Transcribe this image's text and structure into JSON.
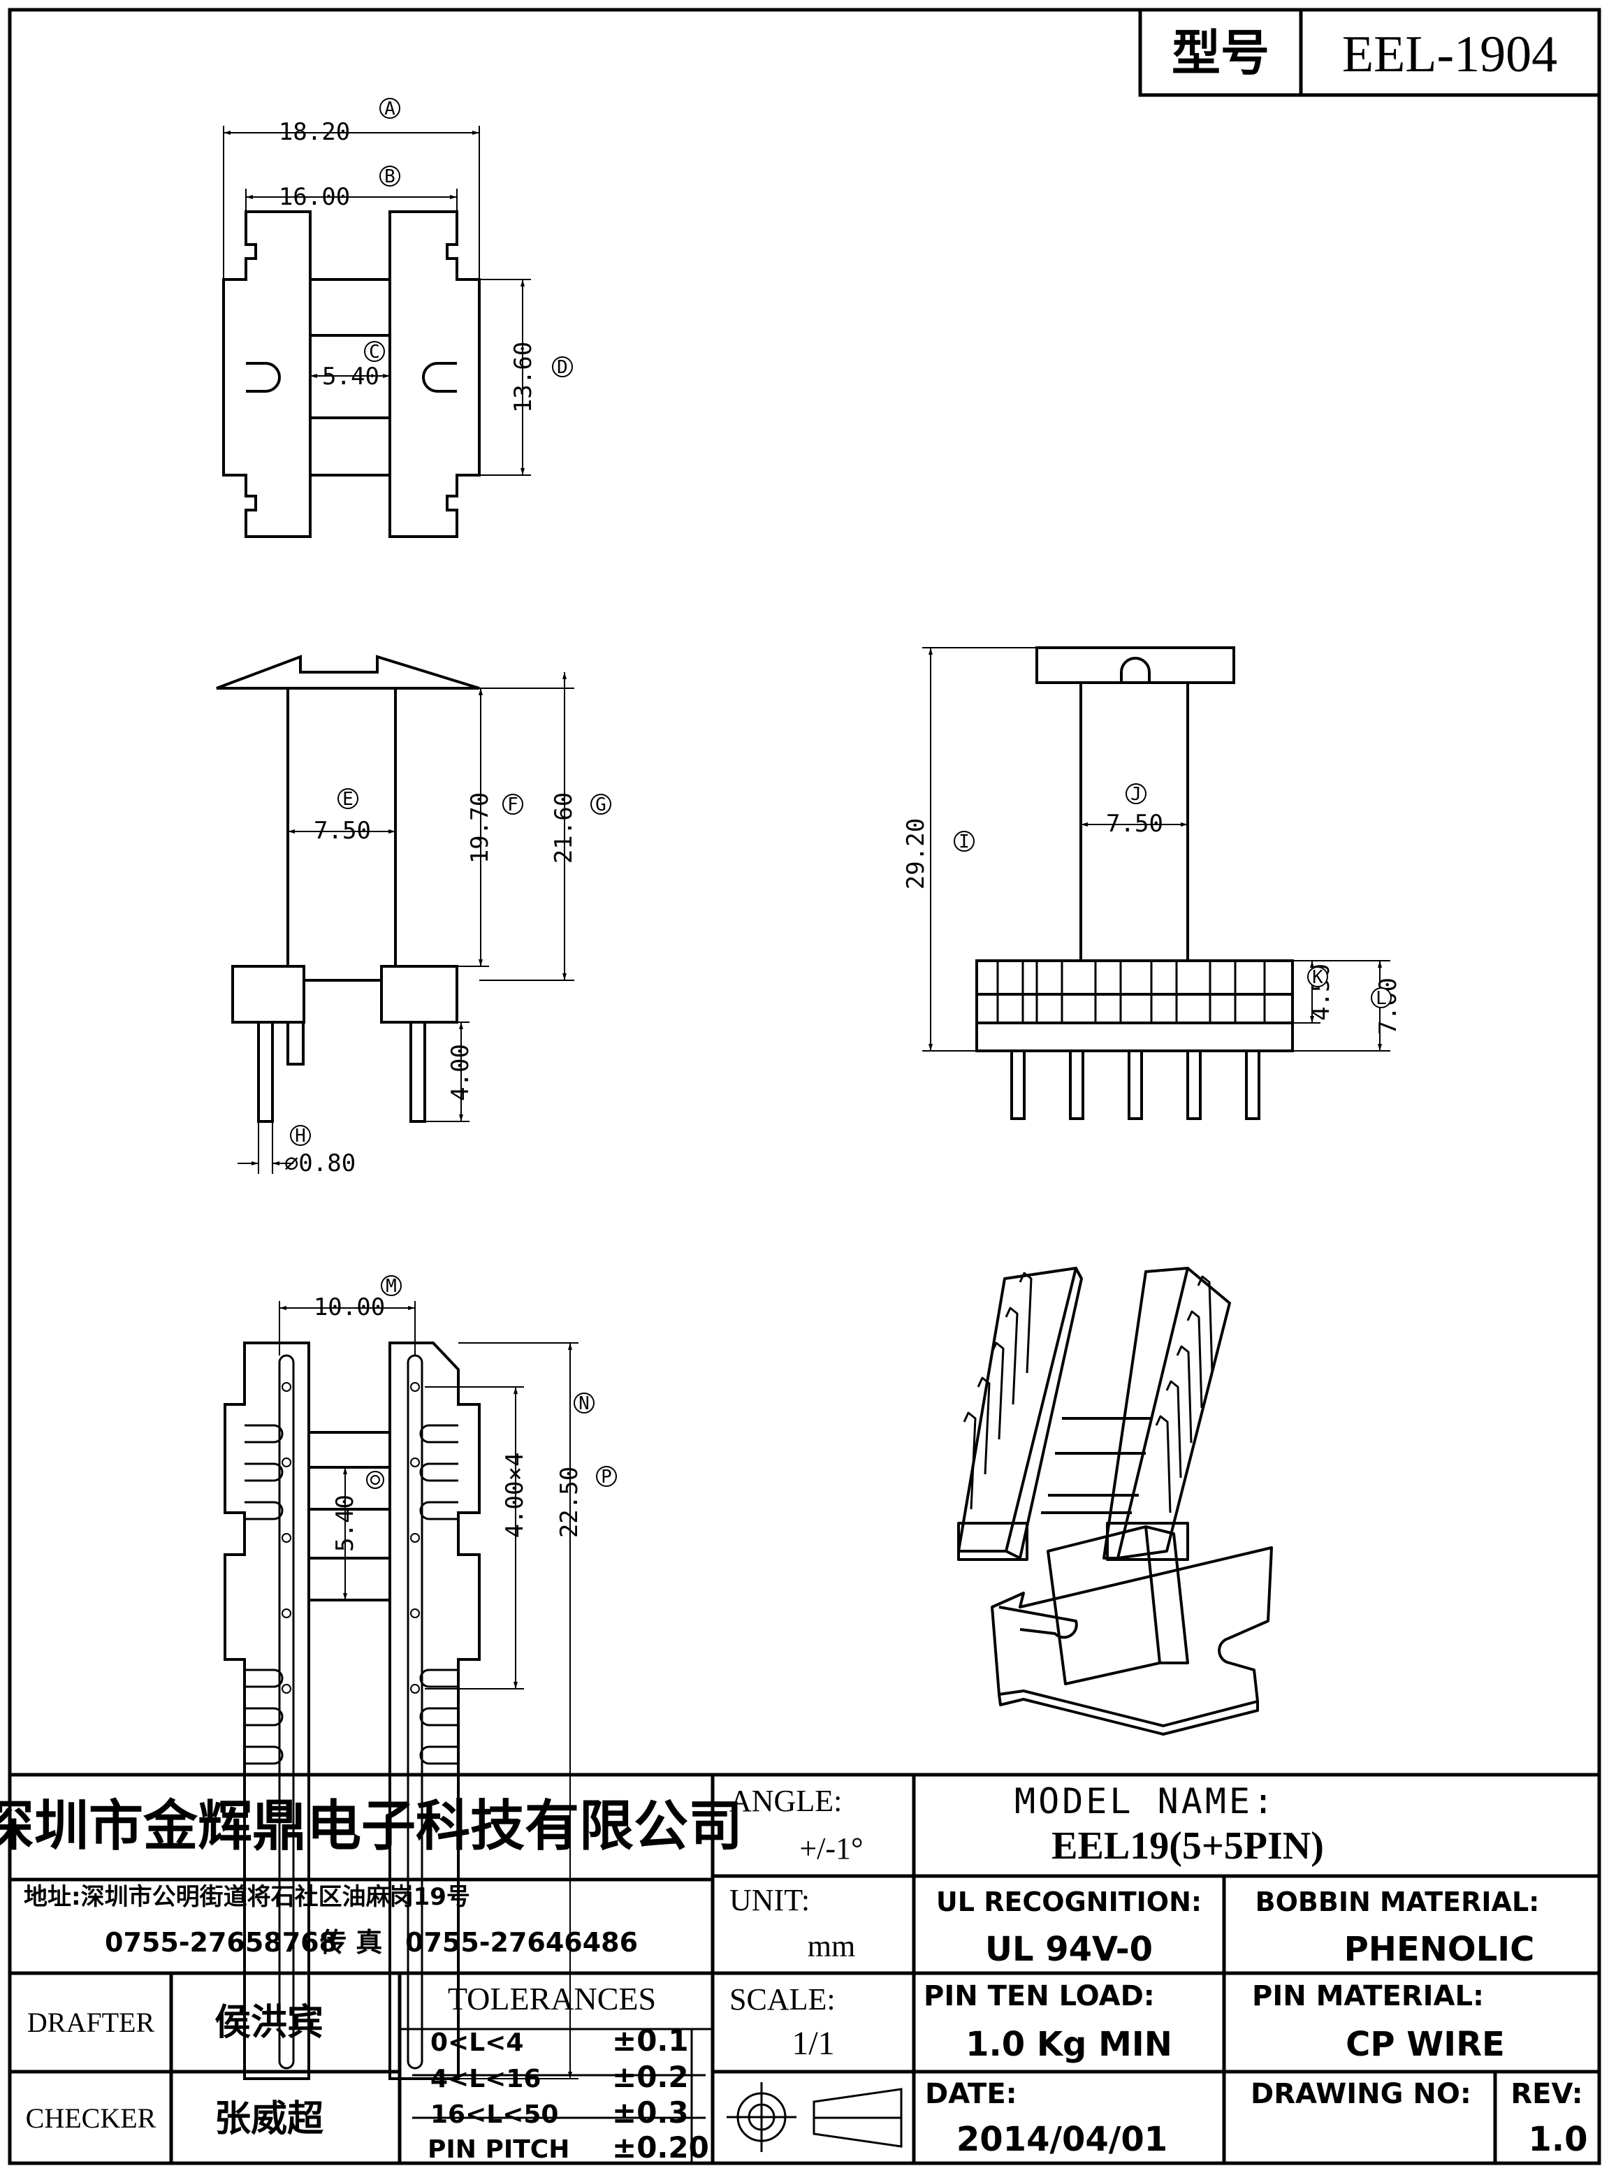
{
  "header": {
    "model_label": "型号",
    "model_value": "EEL-1904"
  },
  "views": {
    "top": {
      "dims": {
        "a": "18.20",
        "b": "16.00",
        "c": "5.40",
        "d": "13.60"
      },
      "markers": [
        "A",
        "B",
        "C",
        "D"
      ]
    },
    "front": {
      "dims": {
        "e": "7.50",
        "f": "19.70",
        "g": "21.60",
        "pin_len": "4.00",
        "h": "⌀0.80"
      },
      "markers": [
        "E",
        "F",
        "G",
        "H"
      ]
    },
    "side": {
      "dims": {
        "i": "29.20",
        "j": "7.50",
        "k": "4.50",
        "l": "7.00"
      },
      "markers": [
        "I",
        "J",
        "K",
        "L"
      ]
    },
    "bottom": {
      "dims": {
        "m": "10.00",
        "c": "5.40",
        "n": "4.00×4",
        "p": "22.50"
      },
      "markers": [
        "M",
        "N",
        "P"
      ]
    },
    "iso": {}
  },
  "title_block": {
    "company": "深圳市金辉鼎电子科技有限公司",
    "address": "地址:深圳市公明街道将石社区油麻岗19号",
    "phone": "0755-27658768",
    "fax_label": "传 真",
    "fax": "0755-27646486",
    "angle_label": "ANGLE:",
    "angle_value": "+/-1°",
    "unit_label": "UNIT:",
    "unit_value": "mm",
    "scale_label": "SCALE:",
    "scale_value": "1/1",
    "model_name_label": "MODEL NAME:",
    "model_name_value": "EEL19(5+5PIN)",
    "ul_label": "UL RECOGNITION:",
    "ul_value": "UL 94V-0",
    "bobbin_label": "BOBBIN MATERIAL:",
    "bobbin_value": "PHENOLIC",
    "pin_load_label": "PIN TEN LOAD:",
    "pin_load_value": "1.0 Kg MIN",
    "pin_material_label": "PIN MATERIAL:",
    "pin_material_value": "CP WIRE",
    "date_label": "DATE:",
    "date_value": "2014/04/01",
    "drawing_no_label": "DRAWING NO:",
    "drawing_no_value": "",
    "rev_label": "REV:",
    "rev_value": "1.0",
    "drafter_label": "DRAFTER",
    "drafter_name": "侯洪宾",
    "checker_label": "CHECKER",
    "checker_name": "张威超",
    "tolerances_title": "TOLERANCES",
    "tolerances": [
      {
        "range": "0<L<4",
        "value": "±0.1"
      },
      {
        "range": "4<L<16",
        "value": "±0.2"
      },
      {
        "range": "16<L<50",
        "value": "±0.3"
      },
      {
        "range": "PIN PITCH",
        "value": "±0.20"
      }
    ]
  }
}
